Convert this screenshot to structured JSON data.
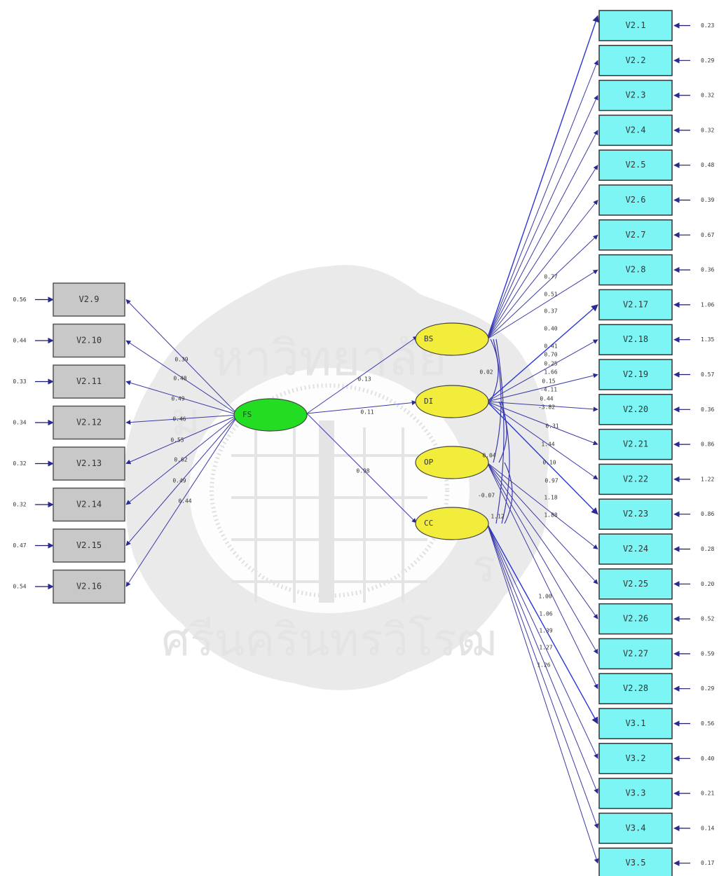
{
  "colors": {
    "left_box": "#c8c8c8",
    "right_box": "#7df5f5",
    "latent_exo": "#22dd22",
    "latent_endo": "#f2ec3a",
    "path": "#3a3aa8",
    "path_bright": "#2a35d8",
    "text": "#333333",
    "watermark": "#d6d6d6"
  },
  "watermark": {
    "seal_text_top": "หาวิทยาลัย",
    "seal_text_bottom": "ศรีนครินทรวิโรฒ",
    "seal_side_left": "ม",
    "seal_side_right": "ร"
  },
  "latents": [
    {
      "id": "FS",
      "label": "FS",
      "color": "latent_exo"
    },
    {
      "id": "BS",
      "label": "BS",
      "color": "latent_endo"
    },
    {
      "id": "DI",
      "label": "DI",
      "color": "latent_endo"
    },
    {
      "id": "OP",
      "label": "OP",
      "color": "latent_endo"
    },
    {
      "id": "CC",
      "label": "CC",
      "color": "latent_endo"
    }
  ],
  "left_indicators": [
    {
      "label": "V2.9",
      "error": "0.56",
      "loading": "0.39"
    },
    {
      "label": "V2.10",
      "error": "0.44",
      "loading": "0.48"
    },
    {
      "label": "V2.11",
      "error": "0.33",
      "loading": "0.49"
    },
    {
      "label": "V2.12",
      "error": "0.34",
      "loading": "0.46"
    },
    {
      "label": "V2.13",
      "error": "0.32",
      "loading": "0.55"
    },
    {
      "label": "V2.14",
      "error": "0.32",
      "loading": "0.62"
    },
    {
      "label": "V2.15",
      "error": "0.47",
      "loading": "0.49"
    },
    {
      "label": "V2.16",
      "error": "0.54",
      "loading": "0.44"
    }
  ],
  "structural_paths": [
    {
      "from": "FS",
      "to": "BS",
      "value": "0.13"
    },
    {
      "from": "FS",
      "to": "DI",
      "value": "0.11"
    },
    {
      "from": "FS",
      "to": "CC",
      "value": "0.98"
    }
  ],
  "covariance_labels": [
    "0.02",
    "0.04",
    "-0.07",
    "1.12"
  ],
  "right_indicators": [
    {
      "label": "V2.1",
      "error": "0.23"
    },
    {
      "label": "V2.2",
      "error": "0.29"
    },
    {
      "label": "V2.3",
      "error": "0.32"
    },
    {
      "label": "V2.4",
      "error": "0.32"
    },
    {
      "label": "V2.5",
      "error": "0.48"
    },
    {
      "label": "V2.6",
      "error": "0.39"
    },
    {
      "label": "V2.7",
      "error": "0.67"
    },
    {
      "label": "V2.8",
      "error": "0.36"
    },
    {
      "label": "V2.17",
      "error": "1.06"
    },
    {
      "label": "V2.18",
      "error": "1.35"
    },
    {
      "label": "V2.19",
      "error": "0.57"
    },
    {
      "label": "V2.20",
      "error": "0.36"
    },
    {
      "label": "V2.21",
      "error": "0.86"
    },
    {
      "label": "V2.22",
      "error": "1.22"
    },
    {
      "label": "V2.23",
      "error": "0.86"
    },
    {
      "label": "V2.24",
      "error": "0.28"
    },
    {
      "label": "V2.25",
      "error": "0.20"
    },
    {
      "label": "V2.26",
      "error": "0.52"
    },
    {
      "label": "V2.27",
      "error": "0.59"
    },
    {
      "label": "V2.28",
      "error": "0.29"
    },
    {
      "label": "V3.1",
      "error": "0.56"
    },
    {
      "label": "V3.2",
      "error": "0.40"
    },
    {
      "label": "V3.3",
      "error": "0.21"
    },
    {
      "label": "V3.4",
      "error": "0.14"
    },
    {
      "label": "V3.5",
      "error": "0.17"
    }
  ],
  "right_loading_labels_upper": [
    "0.77",
    "0.51",
    "0.37",
    "0.40",
    "0.41",
    "0.70",
    "0.25",
    "1.66",
    "0.15",
    "-4.11",
    "0.44",
    "-3.82",
    "0.31",
    "1.44",
    "0.10",
    "0.97",
    "1.18",
    "1.88"
  ],
  "right_loading_labels_lower": [
    "1.00",
    "1.06",
    "1.39",
    "1.27",
    "1.26"
  ]
}
